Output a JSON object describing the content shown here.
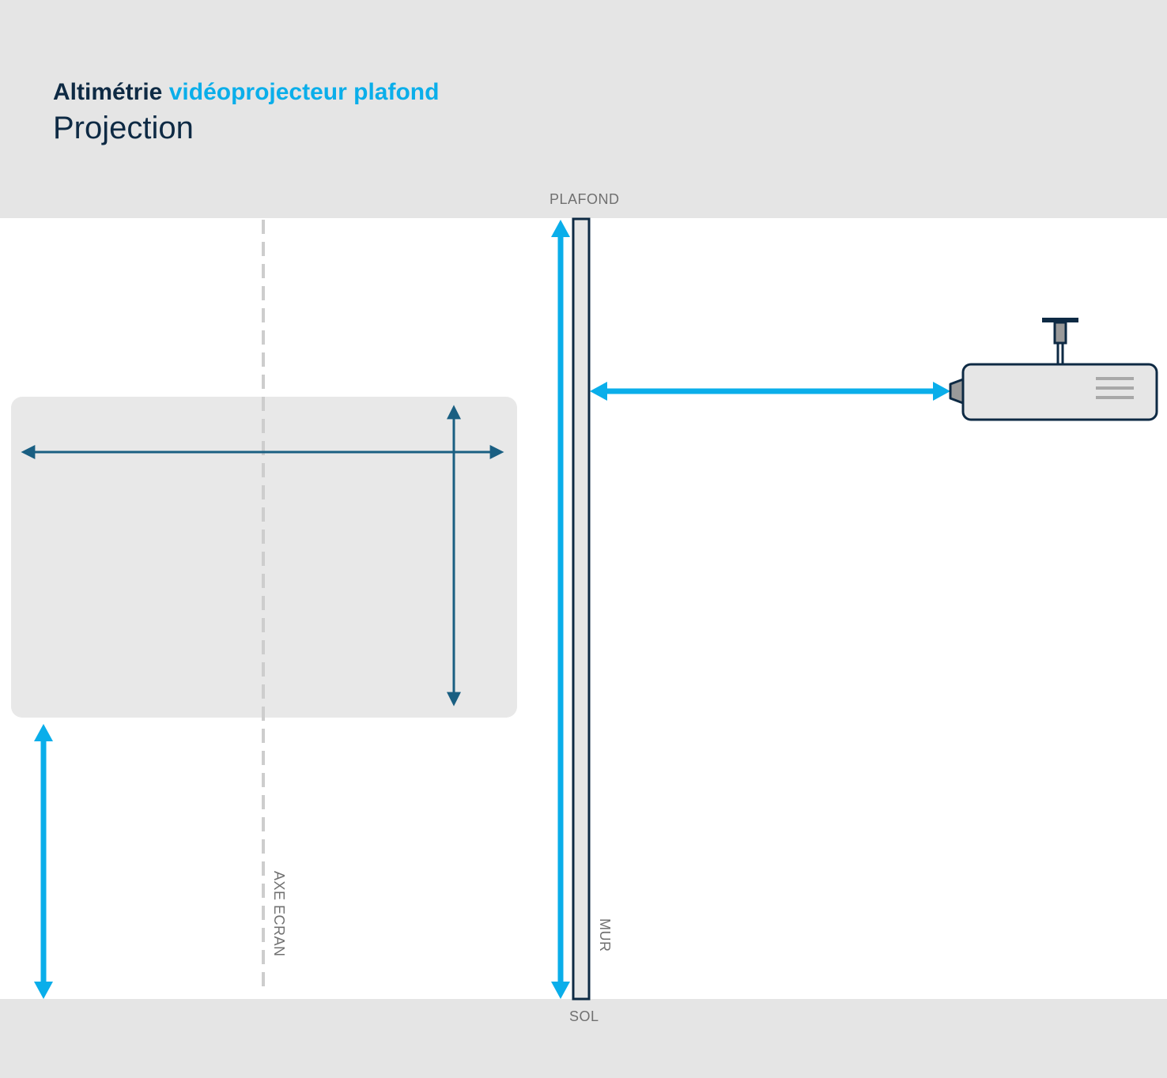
{
  "header": {
    "title_part1": "Altimétrie",
    "title_part2": "vidéoprojecteur plafond",
    "subtitle": "Projection"
  },
  "labels": {
    "ceiling": "PLAFOND",
    "floor": "SOL",
    "screen_axis": "AXE ECRAN",
    "wall": "MUR"
  },
  "icons": {
    "projector": "ceiling-projector-icon"
  },
  "colors": {
    "navy": "#0e2a44",
    "accent_blue": "#0aaeea",
    "dark_blue_arrow": "#1a5f82",
    "band_grey": "#e5e5e5",
    "label_grey": "#707070"
  }
}
